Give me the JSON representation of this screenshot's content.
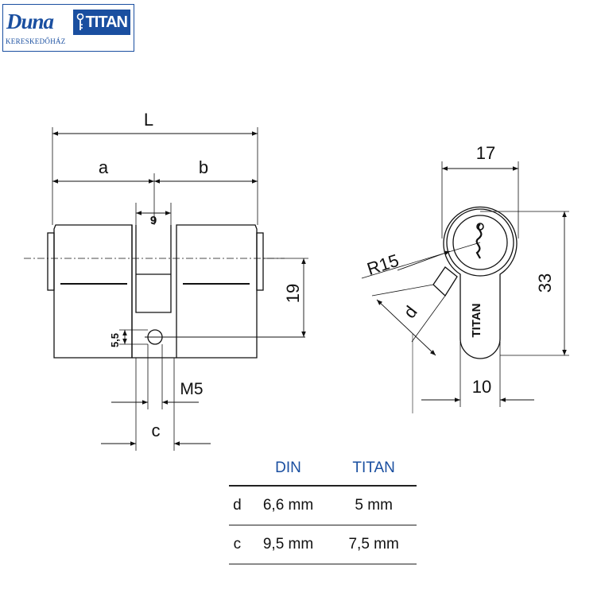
{
  "logo": {
    "brand_left": "Duna",
    "brand_right": "TITAN",
    "subtitle": "KERESKEDŐHÁZ",
    "brand_color": "#1a4fa0"
  },
  "side_view": {
    "overall_length": "L",
    "half_a": "a",
    "half_b": "b",
    "cam_width": "9",
    "center_height": "19",
    "hole_diameter": "5,5",
    "screw_thread": "M5",
    "dim_c": "c"
  },
  "front_view": {
    "top_width": "17",
    "radius": "R15",
    "dim_d": "d",
    "total_height": "33",
    "bottom_width": "10",
    "body_text": "TITAN"
  },
  "spec_table": {
    "headers": [
      "",
      "DIN",
      "TITAN"
    ],
    "rows": [
      {
        "label": "d",
        "din": "6,6 mm",
        "titan": "5 mm"
      },
      {
        "label": "c",
        "din": "9,5 mm",
        "titan": "7,5 mm"
      }
    ],
    "header_color": "#1a4fa0"
  }
}
